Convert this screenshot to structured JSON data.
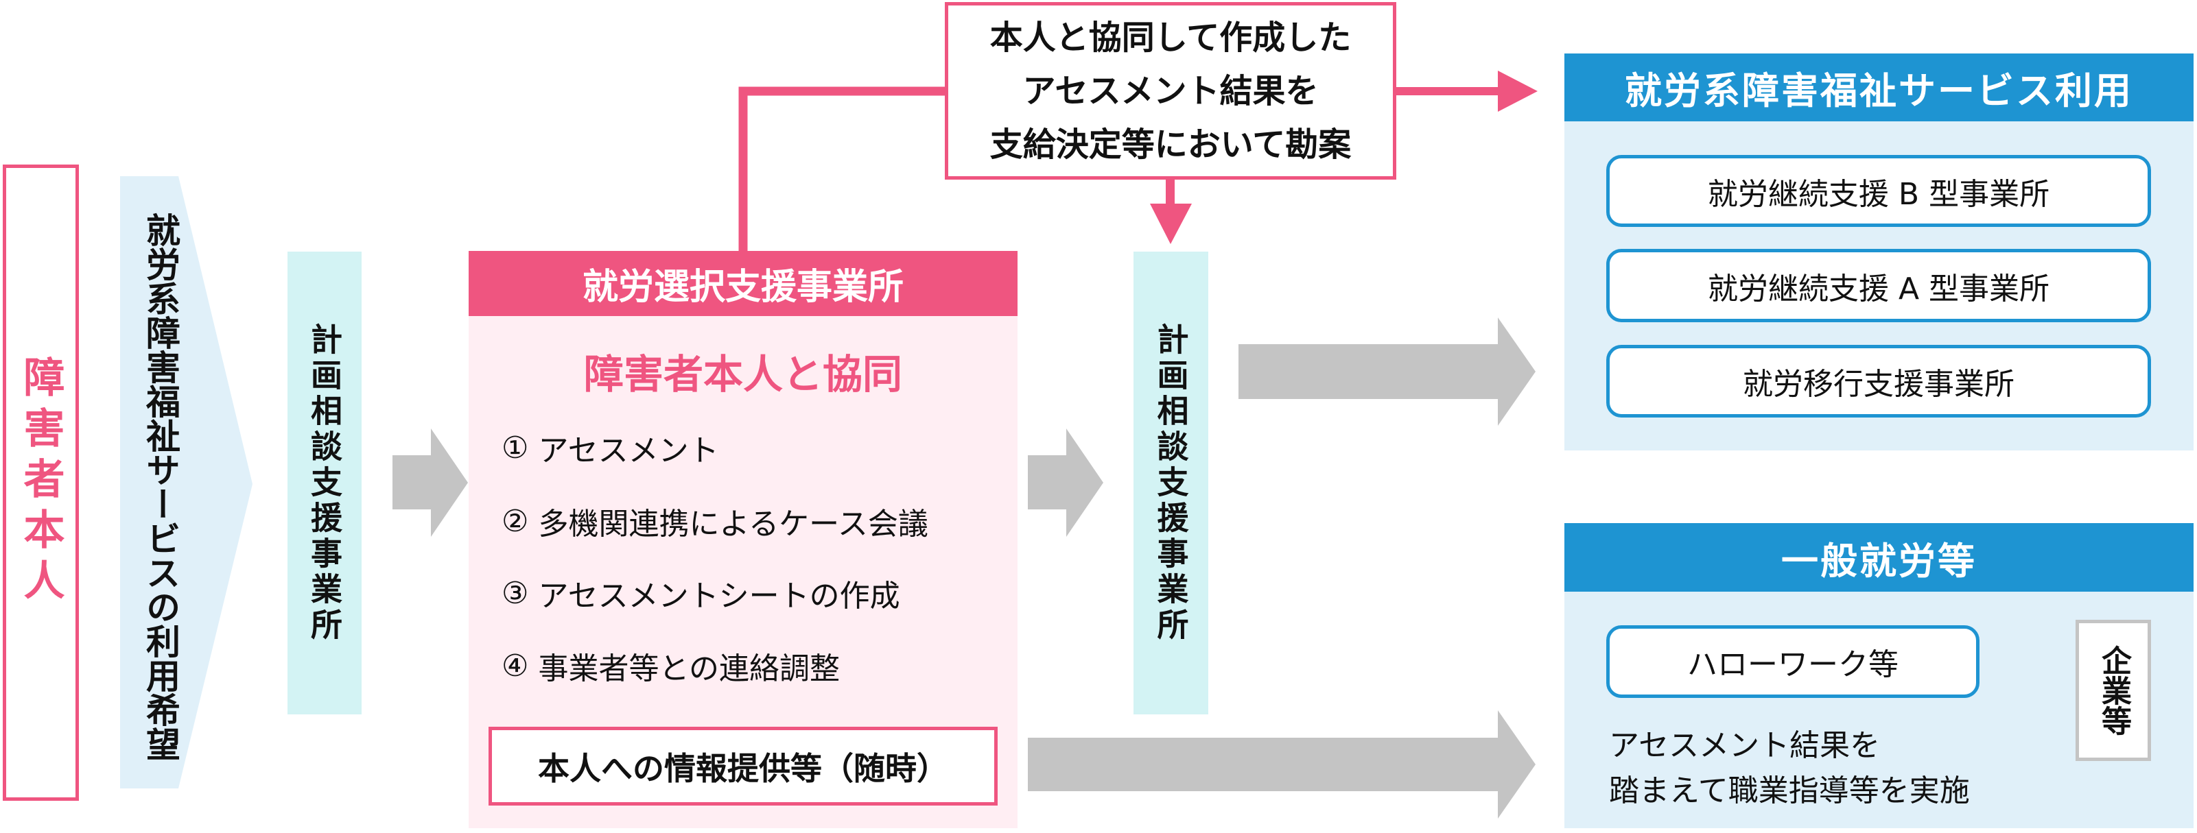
{
  "colors": {
    "pink": "#EF5580",
    "pink_bg": "#FFEEF3",
    "blue": "#1E94D2",
    "blue_bg": "#E0F0F9",
    "cyan_bg": "#D3F3F4",
    "chevron_bg": "#E0F0F9",
    "gray_arrow": "#C4C4C4",
    "company_border": "#C4C4C4"
  },
  "person": {
    "label": "障害者本人"
  },
  "wish": {
    "label": "就労系障害福祉サービスの利用希望"
  },
  "plan_office_1": {
    "label": "計画相談支援事業所"
  },
  "plan_office_2": {
    "label": "計画相談支援事業所"
  },
  "selection_office": {
    "title": "就労選択支援事業所",
    "subtitle": "障害者本人と協同",
    "steps": [
      {
        "num": "①",
        "text": "アセスメント"
      },
      {
        "num": "②",
        "text": "多機関連携によるケース会議"
      },
      {
        "num": "③",
        "text": "アセスメントシートの作成"
      },
      {
        "num": "④",
        "text": "事業者等との連絡調整"
      }
    ],
    "info": "本人への情報提供等（随時）"
  },
  "consideration": {
    "lines": [
      "本人と協同して作成した",
      "アセスメント結果を",
      "支給決定等において勘案"
    ]
  },
  "welfare_panel": {
    "title": "就労系障害福祉サービス利用",
    "items": [
      "就労継続支援 B 型事業所",
      "就労継続支援 A 型事業所",
      "就労移行支援事業所"
    ]
  },
  "general_panel": {
    "title": "一般就労等",
    "hello_work": "ハローワーク等",
    "note_lines": [
      "アセスメント結果を",
      "踏まえて職業指導等を実施"
    ],
    "company": "企業等"
  },
  "icons": {
    "flow_arrows": "gray-right-arrow",
    "feedback_arrows": "pink-arrow",
    "company_arrow": "outlined-right-arrow"
  }
}
